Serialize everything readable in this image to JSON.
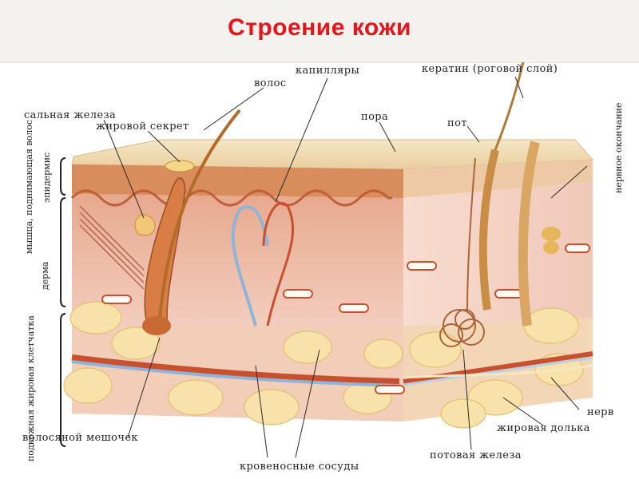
{
  "title": "Строение кожи",
  "labels": {
    "volos": "волос",
    "kapillyary": "капилляры",
    "keratin": "кератин (роговой слой)",
    "salnaya_zheleza": "сальная железа",
    "zhirovoy_sekret": "жировой секрет",
    "pora": "пора",
    "pot": "пот",
    "nervnoe_okonchanie": "нервное окончание",
    "myshca": "мышца, поднимающая волос",
    "epidermis": "эпидермис",
    "derma": "дерма",
    "podkozhnaya": "подкожная жировая клетчатка",
    "volosyanoy_meshochek": "волосяной мешочек",
    "krovenosnye_sosudy": "кровеносные сосуды",
    "potovaya_zheleza": "потовая железа",
    "zhirovaya_dolka": "жировая долька",
    "nerv": "нерв"
  },
  "colors": {
    "title": "#e8141a",
    "epidermis_top": "#efd9b0",
    "dermis": "#f2c7b8",
    "fat": "#f7dfa8",
    "vessel_red": "#c8502e",
    "vessel_blue": "#8fb4d8"
  }
}
